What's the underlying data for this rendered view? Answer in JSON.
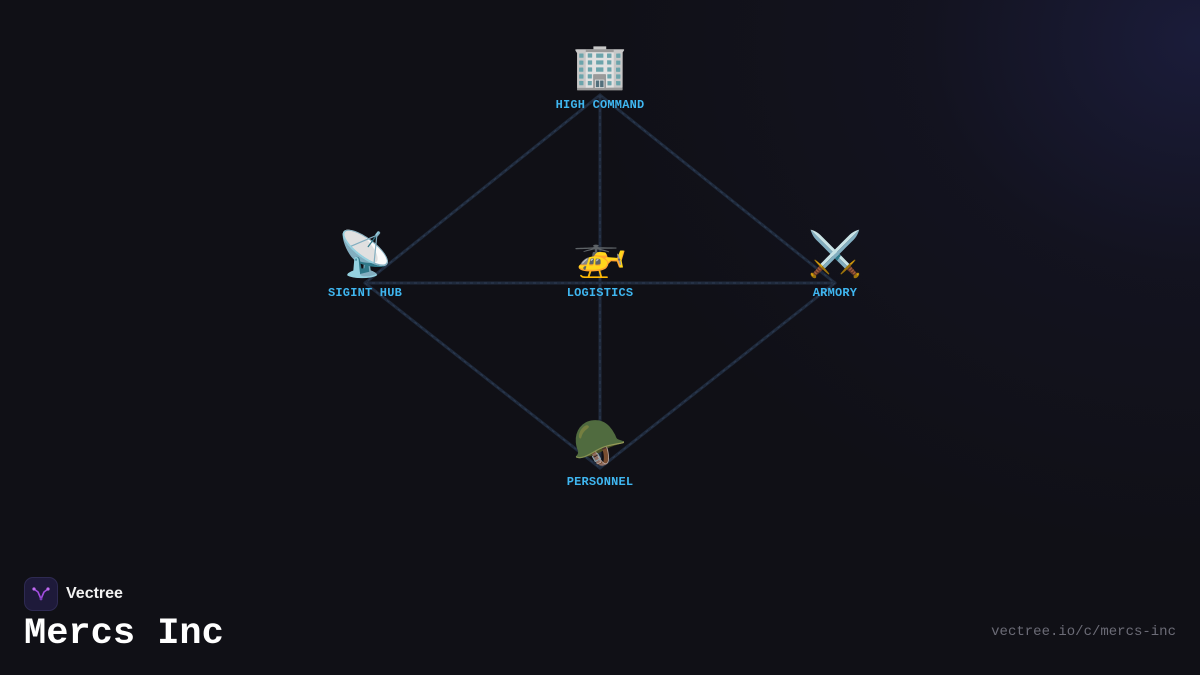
{
  "diagram": {
    "nodes": [
      {
        "id": "high-command",
        "label": "HIGH COMMAND",
        "icon": "office-building-icon",
        "glyph": "🏢"
      },
      {
        "id": "sigint-hub",
        "label": "SIGINT HUB",
        "icon": "satellite-dish-icon",
        "glyph": "📡"
      },
      {
        "id": "logistics",
        "label": "LOGISTICS",
        "icon": "helicopter-icon",
        "glyph": "🚁"
      },
      {
        "id": "armory",
        "label": "ARMORY",
        "icon": "crossed-swords-icon",
        "glyph": "⚔️"
      },
      {
        "id": "personnel",
        "label": "PERSONNEL",
        "icon": "military-helmet-icon",
        "glyph": "🪖"
      }
    ],
    "edges": [
      [
        "high-command",
        "sigint-hub"
      ],
      [
        "high-command",
        "armory"
      ],
      [
        "high-command",
        "logistics"
      ],
      [
        "sigint-hub",
        "logistics"
      ],
      [
        "logistics",
        "armory"
      ],
      [
        "logistics",
        "personnel"
      ],
      [
        "sigint-hub",
        "personnel"
      ],
      [
        "armory",
        "personnel"
      ]
    ],
    "colors": {
      "label": "#3fb6f0",
      "edge": "#1f2a3c",
      "background": "#101016",
      "brand_accent": "#a24de0"
    }
  },
  "footer": {
    "brand_name": "Vectree",
    "brand_icon": "vectree-logo-icon",
    "company_name": "Mercs Inc",
    "url": "vectree.io/c/mercs-inc"
  }
}
